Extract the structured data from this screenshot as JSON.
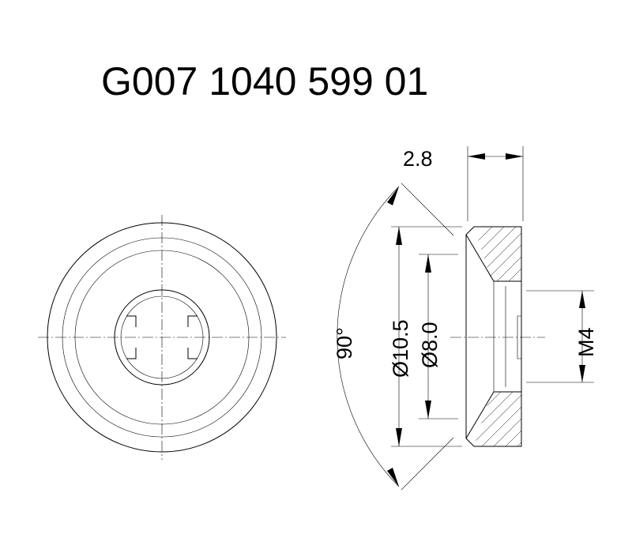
{
  "title": "G007 1040 599 01",
  "dimensions": {
    "thickness": "2.8",
    "countersink_angle": "90°",
    "outer_diameter": "Ø10.5",
    "inner_diameter": "Ø8.0",
    "thread": "M4"
  },
  "colors": {
    "line": "#000000",
    "background": "#ffffff"
  }
}
